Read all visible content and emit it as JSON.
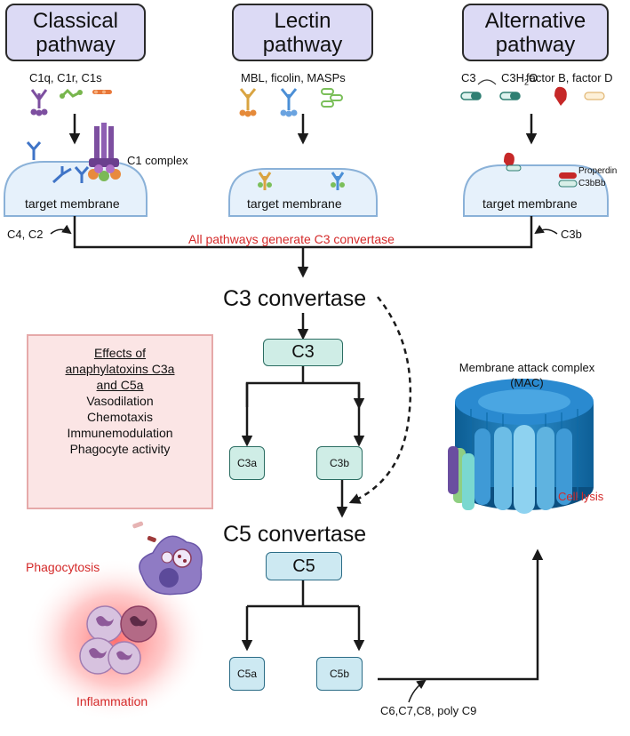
{
  "pathways": {
    "classical": {
      "title": "Classical pathway",
      "components": "C1q, C1r, C1s",
      "complex_label": "C1 complex",
      "membrane": "target membrane",
      "input": "C4, C2"
    },
    "lectin": {
      "title": "Lectin pathway",
      "components": "MBL, ficolin, MASPs",
      "membrane": "target membrane"
    },
    "alternative": {
      "title": "Alternative pathway",
      "c3": "C3",
      "c3h2o_main": "C3H",
      "c3h2o_sub": "2",
      "c3h2o_tail": "O",
      "factors": "factor B, factor D",
      "properdin": "Properdin",
      "c3bbb": "C3bBb",
      "membrane": "target membrane",
      "input": "C3b"
    }
  },
  "flow": {
    "all_pathways": "All pathways generate C3 convertase",
    "c3_convertase": "C3 convertase",
    "c3": "C3",
    "c3a": "C3a",
    "c3b": "C3b",
    "c5_convertase": "C5 convertase",
    "c5": "C5",
    "c5a": "C5a",
    "c5b": "C5b",
    "terminal_input": "C6,C7,C8, poly C9"
  },
  "mac": {
    "title_line1": "Membrane attack complex",
    "title_line2": "(MAC)",
    "outcome": "Cell lysis"
  },
  "effects": {
    "heading_lines": [
      "Effects of",
      "anaphylatoxins C3a",
      "and C5a"
    ],
    "items": [
      "Vasodilation",
      "Chemotaxis",
      "Immunemodulation",
      "Phagocyte activity"
    ]
  },
  "outcomes": {
    "phagocytosis": "Phagocytosis",
    "inflammation": "Inflammation"
  },
  "colors": {
    "pathway_box": "#dcdaf5",
    "teal_box": "#cfede6",
    "blue_box": "#cde9f2",
    "red_text": "#d42a2a",
    "effects_bg": "#fbe5e5"
  }
}
